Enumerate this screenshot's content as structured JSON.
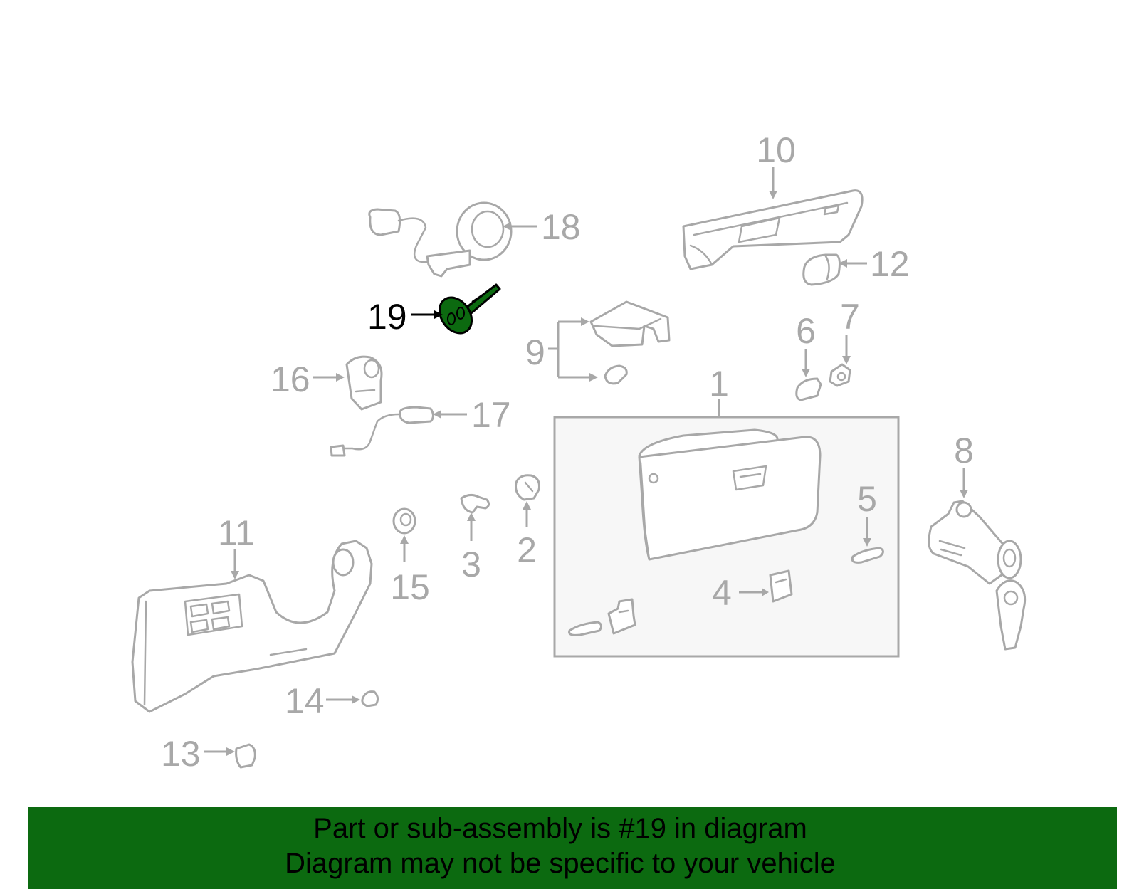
{
  "diagram": {
    "highlighted_part": "19",
    "highlight_color": "#0c6a10",
    "line_color": "#a8a8a8",
    "callouts": [
      {
        "id": "c1",
        "label": "1"
      },
      {
        "id": "c2",
        "label": "2"
      },
      {
        "id": "c3",
        "label": "3"
      },
      {
        "id": "c4",
        "label": "4"
      },
      {
        "id": "c5",
        "label": "5"
      },
      {
        "id": "c6",
        "label": "6"
      },
      {
        "id": "c7",
        "label": "7"
      },
      {
        "id": "c8",
        "label": "8"
      },
      {
        "id": "c9",
        "label": "9"
      },
      {
        "id": "c10",
        "label": "10"
      },
      {
        "id": "c11",
        "label": "11"
      },
      {
        "id": "c12",
        "label": "12"
      },
      {
        "id": "c13",
        "label": "13"
      },
      {
        "id": "c14",
        "label": "14"
      },
      {
        "id": "c15",
        "label": "15"
      },
      {
        "id": "c16",
        "label": "16"
      },
      {
        "id": "c17",
        "label": "17"
      },
      {
        "id": "c18",
        "label": "18"
      },
      {
        "id": "c19",
        "label": "19"
      }
    ]
  },
  "banner": {
    "line1": "Part or sub-assembly is #19 in diagram",
    "line2": "Diagram may not be specific to your vehicle",
    "background": "#0c6a10"
  }
}
